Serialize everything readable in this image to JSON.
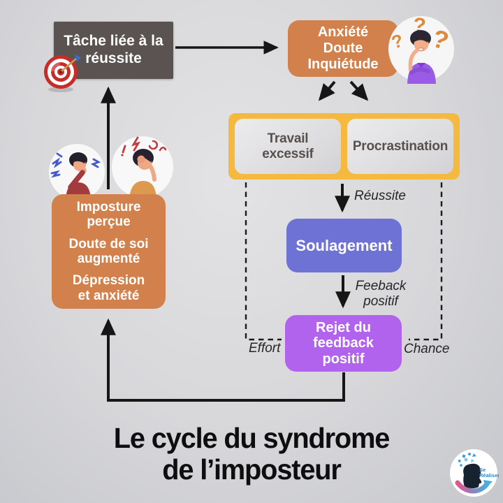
{
  "title": {
    "text": "Le cycle du syndrome\nde l’imposteur"
  },
  "nodes": {
    "task": {
      "text": "Tâche liée à la\nréussite",
      "color": "#5b5351"
    },
    "anxiety": {
      "text": "Anxiété\nDoute\nInquiétude",
      "color": "#d3814c"
    },
    "overwork": {
      "text": "Travail\nexcessif",
      "color": "#e2e2e5"
    },
    "procrastination": {
      "text": "Procrastination",
      "color": "#e2e2e5"
    },
    "relief": {
      "text": "Soulagement",
      "color": "#6d72d4"
    },
    "reject_feedback": {
      "text": "Rejet du\nfeedback\npositif",
      "color": "#b263ee"
    },
    "perceived_imposture": {
      "p1": "Imposture\nperçue",
      "p2": "Doute de soi\naugmenté",
      "p3": "Dépression\net anxiété",
      "color": "#d3814c"
    }
  },
  "edge_labels": {
    "reussite": "Réussite",
    "feedback_positif": "Feeback\npositif",
    "effort": "Effort",
    "chance": "Chance"
  },
  "container": {
    "highlight_color": "#f6b93f"
  },
  "logo": {
    "name": "Se Réaliser",
    "line1": "Se",
    "line2": "Réaliser"
  },
  "icons": {
    "target": "target-dartboard-icon",
    "confused_person": "confused-person-illustration",
    "stressed_person_left": "nail-biting-stressed-person-illustration",
    "stressed_person_right": "facepalm-stressed-person-illustration",
    "logo_mark": "se-realiser-logo"
  },
  "colors": {
    "arrow_black": "#161616",
    "title_black": "#0e0e11",
    "background_center": "#e3e3e5",
    "background_edge": "#c6c7cc",
    "inner_box_text": "#57504c"
  }
}
